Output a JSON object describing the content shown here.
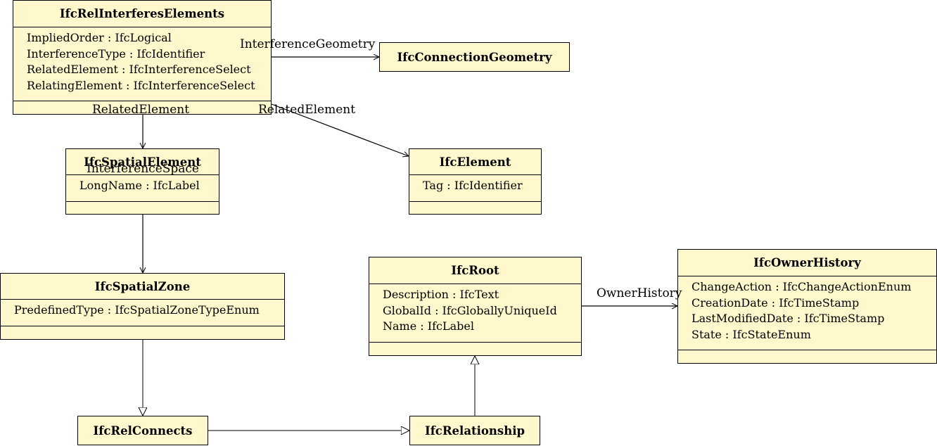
{
  "classes": {
    "rel_interferes": {
      "name": "IfcRelInterferesElements",
      "attrs": [
        "ImpliedOrder : IfcLogical",
        "InterferenceType : IfcIdentifier",
        "RelatedElement : IfcInterferenceSelect",
        "RelatingElement : IfcInterferenceSelect"
      ]
    },
    "connection_geometry": {
      "name": "IfcConnectionGeometry"
    },
    "spatial_element": {
      "name": "IfcSpatialElement",
      "attrs": [
        "LongName : IfcLabel"
      ]
    },
    "element": {
      "name": "IfcElement",
      "attrs": [
        "Tag : IfcIdentifier"
      ]
    },
    "spatial_zone": {
      "name": "IfcSpatialZone",
      "attrs": [
        "PredefinedType : IfcSpatialZoneTypeEnum"
      ]
    },
    "root": {
      "name": "IfcRoot",
      "attrs": [
        "Description : IfcText",
        "GlobalId : IfcGloballyUniqueId",
        "Name : IfcLabel"
      ]
    },
    "owner_history": {
      "name": "IfcOwnerHistory",
      "attrs": [
        "ChangeAction : IfcChangeActionEnum",
        "CreationDate : IfcTimeStamp",
        "LastModifiedDate : IfcTimeStamp",
        "State : IfcStateEnum"
      ]
    },
    "rel_connects": {
      "name": "IfcRelConnects"
    },
    "relationship": {
      "name": "IfcRelationship"
    }
  },
  "edge_labels": {
    "interference_geometry": "InterferenceGeometry",
    "related_element_left": "RelatedElement",
    "related_element_right": "RelatedElement",
    "interference_space": "InterferenceSpace",
    "owner_history": "OwnerHistory"
  }
}
